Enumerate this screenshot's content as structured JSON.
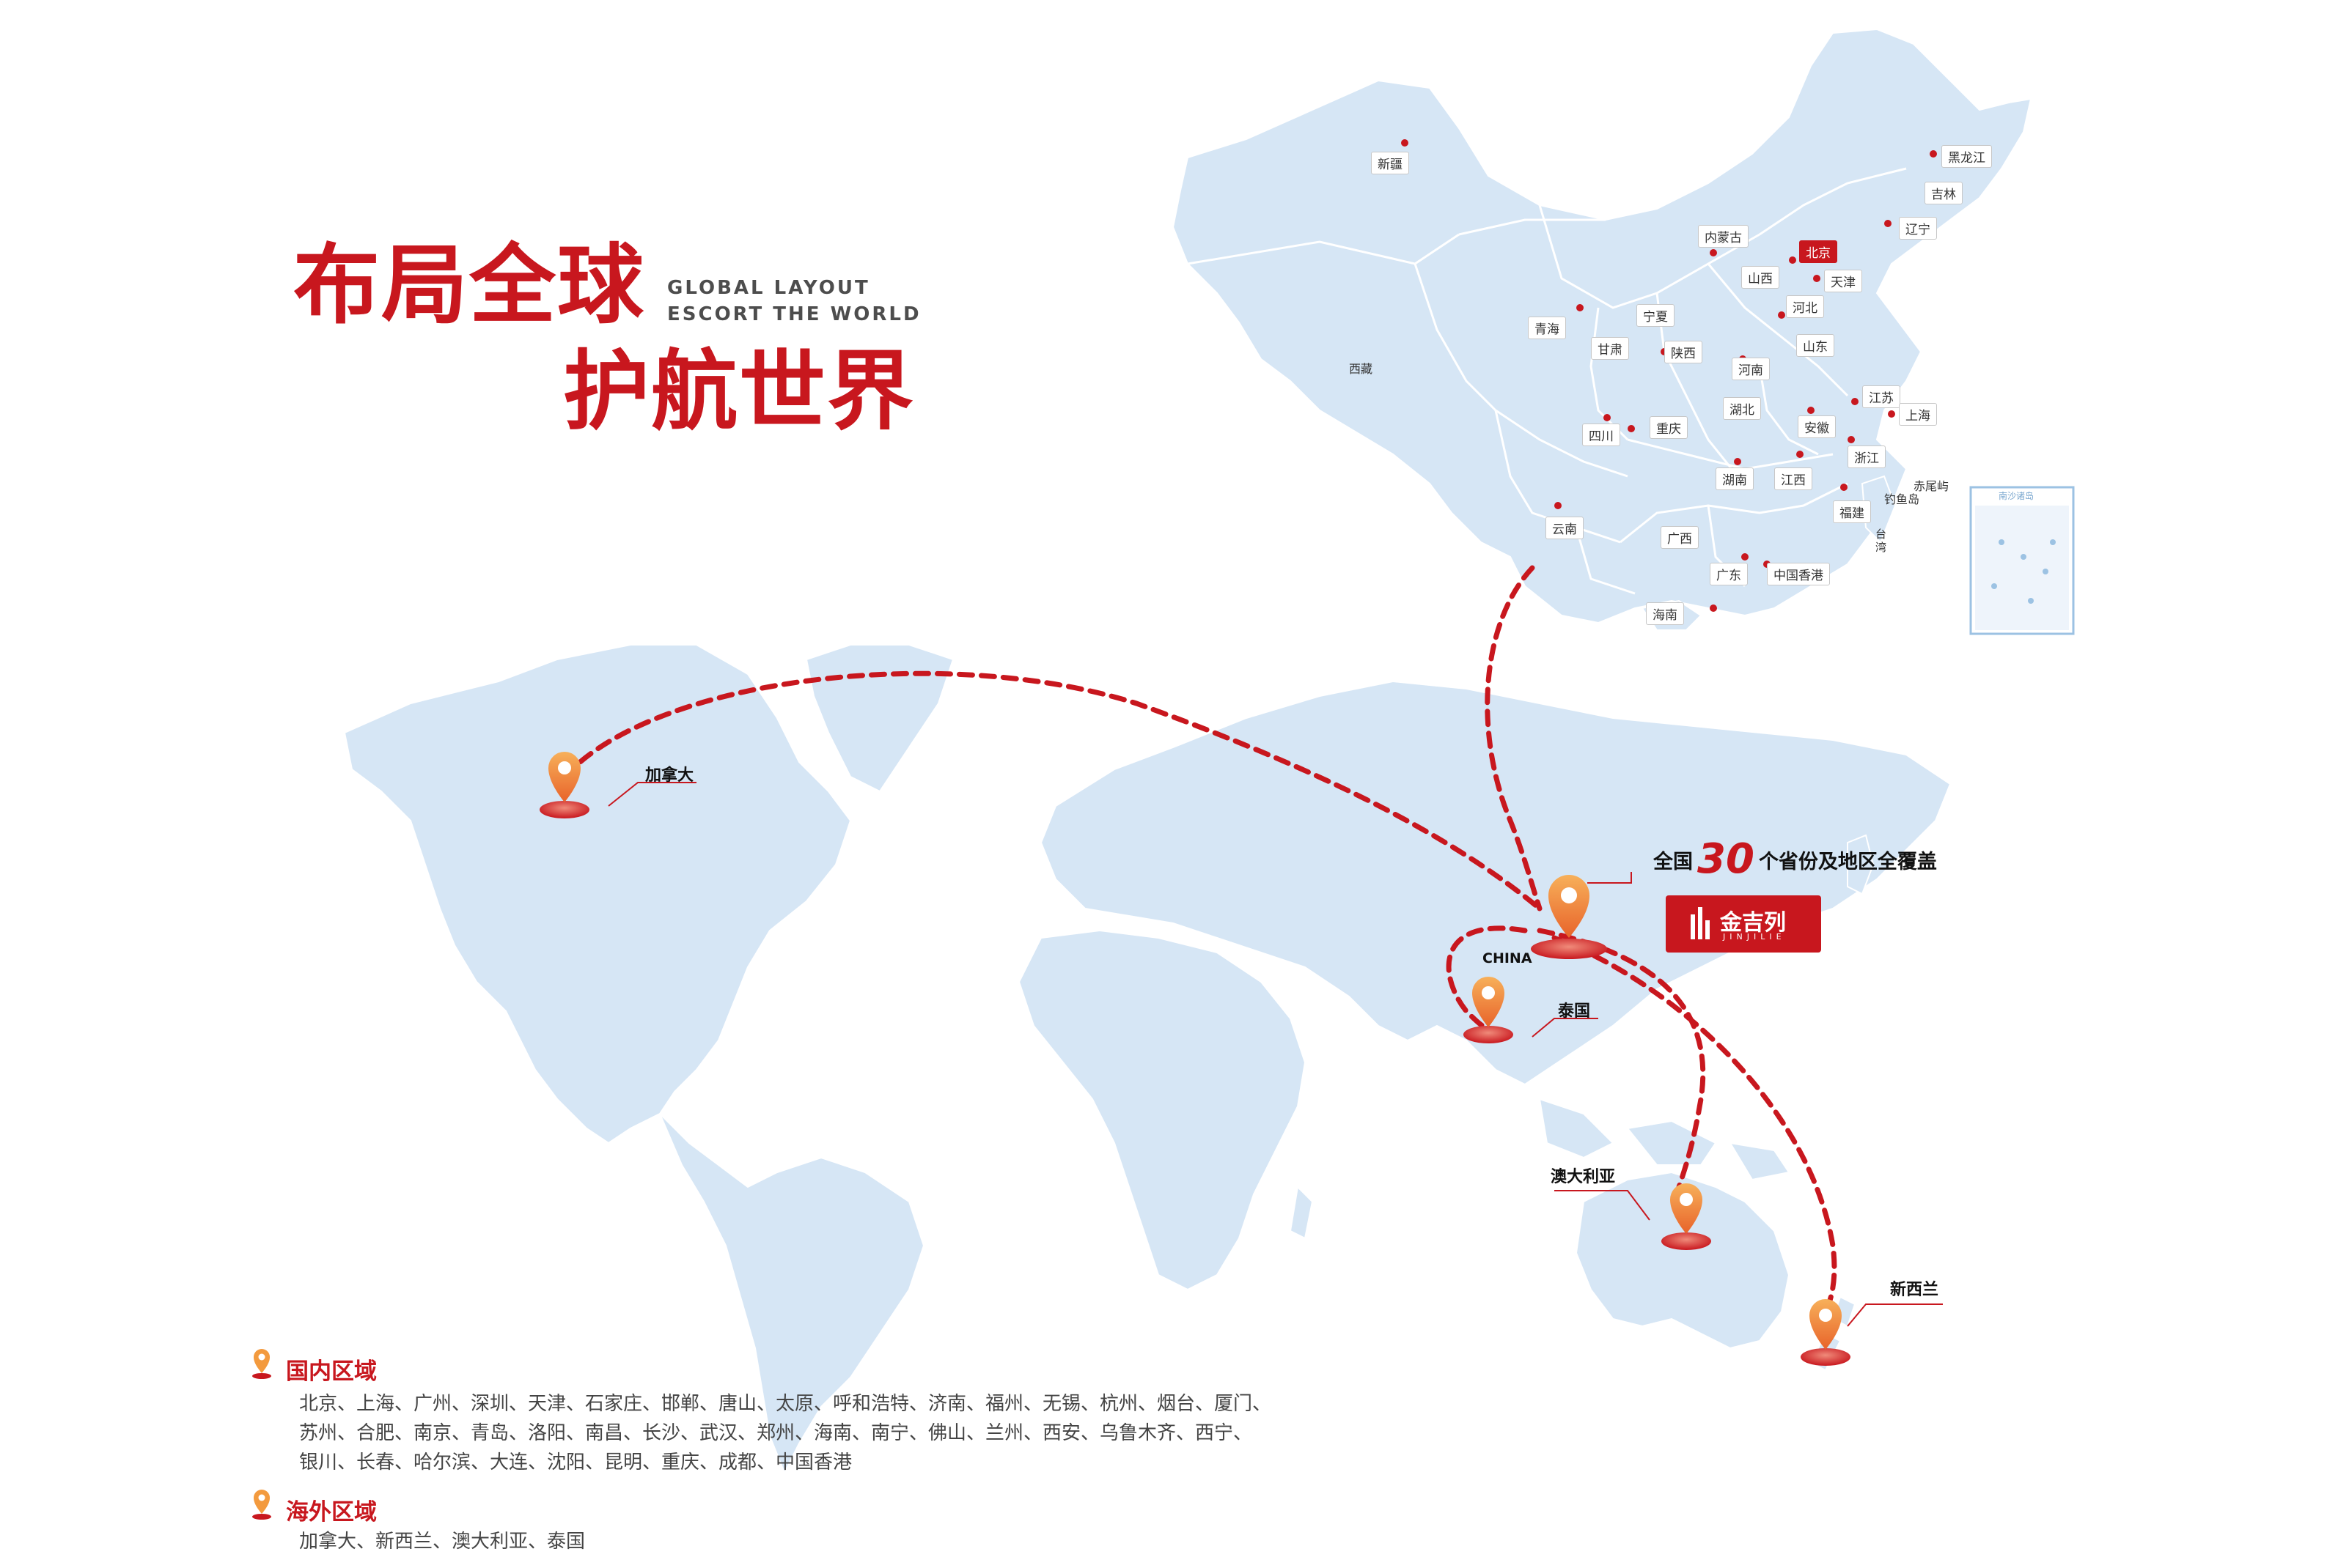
{
  "title": {
    "cn_line1": "布局全球",
    "cn_line2": "护航世界",
    "en_line1": "GLOBAL LAYOUT",
    "en_line2": "ESCORT THE WORLD"
  },
  "colors": {
    "accent": "#c8171e",
    "land": "#d6e6f5",
    "border": "#ffffff"
  },
  "china_map": {
    "provinces": [
      "新疆",
      "黑龙江",
      "吉林",
      "辽宁",
      "内蒙古",
      "北京",
      "天津",
      "山西",
      "河北",
      "宁夏",
      "青海",
      "甘肃",
      "陕西",
      "山东",
      "河南",
      "西藏",
      "湖北",
      "江苏",
      "上海",
      "四川",
      "重庆",
      "安徽",
      "浙江",
      "湖南",
      "江西",
      "福建",
      "云南",
      "广西",
      "广东",
      "中国香港",
      "海南"
    ],
    "active": "北京",
    "extra_labels": {
      "xizang": "西藏",
      "diaoyu1": "赤尾屿",
      "diaoyu2": "钓鱼岛",
      "taiwan": "台湾",
      "nanhai": "南沙诸岛"
    }
  },
  "world_map": {
    "china_label": "CHINA",
    "markers": [
      "加拿大",
      "泰国",
      "澳大利亚",
      "新西兰"
    ],
    "coverage": {
      "prefix": "全国",
      "number": "30",
      "suffix": "个省份及地区全覆盖"
    },
    "brand": {
      "name": "金吉列",
      "pinyin": "JINJILIE"
    }
  },
  "legend": {
    "domestic_title": "国内区域",
    "domestic_lines": [
      "北京、上海、广州、深圳、天津、石家庄、邯郸、唐山、太原、呼和浩特、济南、福州、无锡、杭州、烟台、厦门、",
      "苏州、合肥、南京、青岛、洛阳、南昌、长沙、武汉、郑州、海南、南宁、佛山、兰州、西安、乌鲁木齐、西宁、",
      "银川、长春、哈尔滨、大连、沈阳、昆明、重庆、成都、中国香港"
    ],
    "overseas_title": "海外区域",
    "overseas_line": "加拿大、新西兰、澳大利亚、泰国"
  }
}
